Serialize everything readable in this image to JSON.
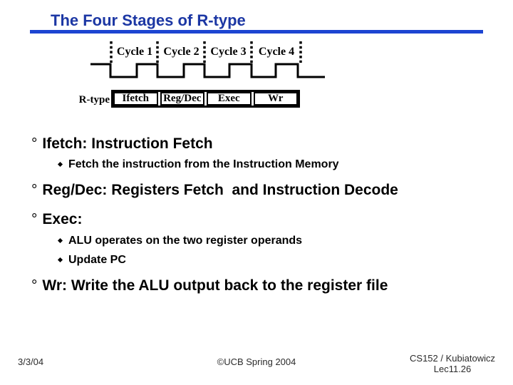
{
  "slide": {
    "title": "The Four Stages of R-type",
    "colors": {
      "title_blue": "#1c37a4",
      "rule_blue": "#1d45d2",
      "text": "#000000",
      "background": "#ffffff"
    }
  },
  "diagram": {
    "cycle_labels": [
      "Cycle 1",
      "Cycle 2",
      "Cycle 3",
      "Cycle 4"
    ],
    "row_label": "R-type",
    "stages": [
      "Ifetch",
      "Reg/Dec",
      "Exec",
      "Wr"
    ]
  },
  "bullets": [
    {
      "level": 1,
      "text": "Ifetch: Instruction Fetch"
    },
    {
      "level": 2,
      "text": "Fetch the instruction from the Instruction Memory"
    },
    {
      "level": 1,
      "text": "Reg/Dec: Registers Fetch  and Instruction Decode"
    },
    {
      "level": 1,
      "text": "Exec:"
    },
    {
      "level": 2,
      "text": "ALU operates on the two register operands"
    },
    {
      "level": 2,
      "text": "Update PC"
    },
    {
      "level": 1,
      "text": "Wr: Write the ALU output back to the register file"
    }
  ],
  "footer": {
    "date": "3/3/04",
    "copyright": "©UCB Spring 2004",
    "course": "CS152 / Kubiatowicz",
    "lecture": "Lec11.26"
  }
}
